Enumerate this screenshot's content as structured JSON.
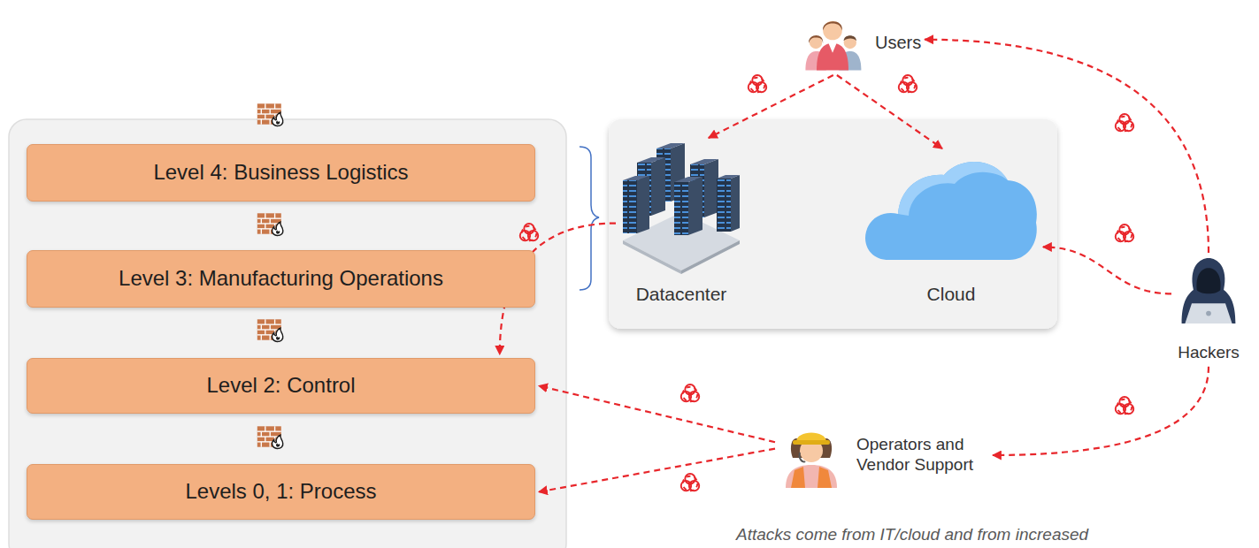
{
  "diagram": {
    "caption": "Attacks come from IT/cloud and from increased",
    "nodes": [
      {
        "text": [
          "Level 4: Business Logistics"
        ]
      },
      {
        "text": [
          "Level 3: Manufacturing Operations"
        ]
      },
      {
        "text": [
          "Level 2: Control"
        ]
      },
      {
        "text": [
          "Levels 0, 1: Process"
        ]
      },
      {
        "text": [
          "Users"
        ]
      },
      {
        "text": [
          "Datacenter"
        ]
      },
      {
        "text": [
          "Cloud"
        ]
      },
      {
        "text": [
          "Hackers"
        ]
      },
      {
        "text": [
          "Operators and Vendor Support"
        ]
      }
    ],
    "edges": [
      {
        "from": 4,
        "to": 5,
        "arrow": "to"
      },
      {
        "from": 4,
        "to": 6,
        "arrow": "to"
      },
      {
        "from": 7,
        "to": 4,
        "arrow": "to"
      },
      {
        "from": 7,
        "to": 6,
        "arrow": "to"
      },
      {
        "from": 7,
        "to": 8,
        "arrow": "to"
      },
      {
        "from": 5,
        "to": 2,
        "arrow": "to"
      },
      {
        "from": 8,
        "to": 2,
        "arrow": "to"
      },
      {
        "from": 8,
        "to": 3,
        "arrow": "to"
      }
    ]
  }
}
